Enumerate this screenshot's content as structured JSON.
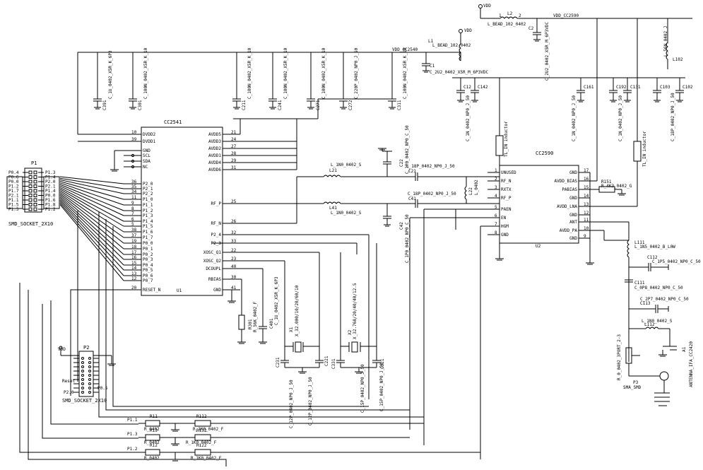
{
  "chips": {
    "u1": {
      "name": "CC2541",
      "ref": "U1",
      "left_pins": [
        {
          "num": "10",
          "name": "DVDD2"
        },
        {
          "num": "39",
          "name": "DVDD1"
        },
        {
          "num": "",
          "name": "GND"
        },
        {
          "num": "",
          "name": "SCL"
        },
        {
          "num": "",
          "name": "SDA"
        },
        {
          "num": "",
          "name": "NC"
        },
        {
          "num": "36",
          "name": "P2_0"
        },
        {
          "num": "35",
          "name": "P2_1"
        },
        {
          "num": "34",
          "name": "P2_2"
        },
        {
          "num": "11",
          "name": "P1_0"
        },
        {
          "num": "9",
          "name": "P1_1"
        },
        {
          "num": "8",
          "name": "P1_2"
        },
        {
          "num": "7",
          "name": "P1_3"
        },
        {
          "num": "6",
          "name": "P1_4"
        },
        {
          "num": "5",
          "name": "P1_5"
        },
        {
          "num": "38",
          "name": "P1_6"
        },
        {
          "num": "37",
          "name": "P1_7"
        },
        {
          "num": "19",
          "name": "P0_0"
        },
        {
          "num": "18",
          "name": "P0_1"
        },
        {
          "num": "17",
          "name": "P0_2"
        },
        {
          "num": "16",
          "name": "P0_3"
        },
        {
          "num": "15",
          "name": "P0_4"
        },
        {
          "num": "14",
          "name": "P0_5"
        },
        {
          "num": "13",
          "name": "P0_6"
        },
        {
          "num": "12",
          "name": "P0_7"
        },
        {
          "num": "20",
          "name": "RESET_N"
        }
      ],
      "right_pins": [
        {
          "num": "21",
          "name": "AVDD5"
        },
        {
          "num": "24",
          "name": "AVDD3"
        },
        {
          "num": "27",
          "name": "AVDD2"
        },
        {
          "num": "28",
          "name": "AVDD1"
        },
        {
          "num": "29",
          "name": "AVDD4"
        },
        {
          "num": "31",
          "name": "AVDD6"
        },
        {
          "num": "25",
          "name": "RF_P"
        },
        {
          "num": "26",
          "name": "RF_N"
        },
        {
          "num": "32",
          "name": "P2_4"
        },
        {
          "num": "33",
          "name": "P2_3"
        },
        {
          "num": "22",
          "name": "XOSC_Q1"
        },
        {
          "num": "23",
          "name": "XOSC_Q2"
        },
        {
          "num": "40",
          "name": "DCOUPL"
        },
        {
          "num": "30",
          "name": "RBIAS"
        },
        {
          "num": "41",
          "name": "GND"
        }
      ]
    },
    "u2": {
      "name": "CC2590",
      "ref": "U2",
      "left_pins": [
        {
          "num": "1",
          "name": "UNUSED"
        },
        {
          "num": "2",
          "name": "RF_N"
        },
        {
          "num": "3",
          "name": "RXTX"
        },
        {
          "num": "4",
          "name": "RF_P"
        },
        {
          "num": "5",
          "name": "PAEN"
        },
        {
          "num": "6",
          "name": "EN"
        },
        {
          "num": "7",
          "name": "HGM"
        },
        {
          "num": "8",
          "name": "GND"
        }
      ],
      "right_pins": [
        {
          "num": "17",
          "name": "GND"
        },
        {
          "num": "16",
          "name": "AVDD_BIAS"
        },
        {
          "num": "15",
          "name": "PABIAS"
        },
        {
          "num": "14",
          "name": "GND"
        },
        {
          "num": "13",
          "name": "AVDD_LNA"
        },
        {
          "num": "12",
          "name": "GND"
        },
        {
          "num": "11",
          "name": "ANT"
        },
        {
          "num": "10",
          "name": "AVDD_PA"
        },
        {
          "num": "9",
          "name": "GND"
        }
      ]
    }
  },
  "power": {
    "vdd": "VDD",
    "vdd_cc2590": "VDD_CC2590",
    "vdd_cc2540": "VDD_CC2540"
  },
  "connectors": {
    "p1": {
      "ref": "P1",
      "part": "SMD_SOCKET_2X10",
      "left_labels": [
        "P0.4",
        "P0.6",
        "P0.0",
        "P1.2",
        "P1.7",
        "P2.1",
        "P1.1",
        "P1.5",
        "P1.3"
      ],
      "right_labels": [
        "P1.3",
        "P1.4",
        "P2.0",
        "P2.1",
        "P1.4",
        "P0.0",
        "P1.6",
        "P1.8",
        "P1.2"
      ]
    },
    "p2": {
      "ref": "P2",
      "part": "SMD_SOCKET_2X10",
      "vdd": "VDD",
      "reset": "Reset",
      "p20": "P2.0",
      "p05": "P0.5"
    },
    "p3": {
      "ref": "P3",
      "part": "SMA_SMD"
    }
  },
  "components": {
    "l2": {
      "ref": "L2",
      "part": "L_BEAD_102_0402"
    },
    "l1": {
      "ref": "L1",
      "part": "L_BEAD_102_0402"
    },
    "c2": {
      "ref": "C2",
      "part": "C_2U2_0402_X5R_M_6P3VDC"
    },
    "c1": {
      "ref": "C1",
      "part": "C_2U2_0402_X5R_M_6P3VDC"
    },
    "l102": {
      "ref": "L102",
      "part": "L_56N_0402_J"
    },
    "c391": {
      "ref": "C391",
      "part": "C_1U_0402_X5R_K_6P3"
    },
    "c301": {
      "ref": "C301",
      "part": "C_100N_0402_X5R_K_10"
    },
    "c211": {
      "ref": "C211",
      "part": "C_100N_0402_X5R_K_10"
    },
    "c241": {
      "ref": "C241",
      "part": "C_100N_0402_X5R_K_10"
    },
    "c271": {
      "ref": "C271",
      "part": "C_100N_0402_X5R_K_10"
    },
    "c272": {
      "ref": "C272",
      "part": "C_220P_0402_NP0_J_50"
    },
    "c311": {
      "ref": "C311",
      "part": "C_100N_0402_X5R_K_10"
    },
    "c12": {
      "ref": "C12",
      "part": ""
    },
    "c142": {
      "ref": "C142",
      "part": "C_1N_0402_NP0_J_50"
    },
    "c161": {
      "ref": "C161",
      "part": "C_1N_0402_NP0_J_50"
    },
    "c192": {
      "ref": "C192",
      "part": ""
    },
    "c131": {
      "ref": "C131",
      "part": "C_1N_0402_NP0_J_50"
    },
    "c103": {
      "ref": "C103",
      "part": ""
    },
    "c102": {
      "ref": "C102",
      "part": "C_18P_0402_NP0_J_50"
    },
    "tl1": {
      "ref": "",
      "part": "TL_IN inductor"
    },
    "tl2": {
      "ref": "",
      "part": "TL_IN inductor"
    },
    "l21": {
      "ref": "L21",
      "part": "L_1N0_0402_S"
    },
    "l41": {
      "ref": "L41",
      "part": "L_1N0_0402_S"
    },
    "c21": {
      "ref": "C21",
      "part": "C_18P_0402_NP0_J_50"
    },
    "c41": {
      "ref": "C41",
      "part": "C_18P_0402_NP0_J_50"
    },
    "c22": {
      "ref": "C22",
      "part": "C_1P0_0402_NP0_C_50"
    },
    "c42": {
      "ref": "C42",
      "part": "C_1P0_0402_NP0_C_50"
    },
    "l22": {
      "ref": "L22",
      "part": "L_0402"
    },
    "r151": {
      "ref": "R151",
      "part": "R_4K3_0402_G"
    },
    "l111": {
      "ref": "L111",
      "part": "L_1N5_0402_B_L0W"
    },
    "c112": {
      "ref": "C112",
      "part": "C_1P5_0402_NP0_C_50"
    },
    "c111": {
      "ref": "C111",
      "part": "C_0P8_0402_NP0_C_50"
    },
    "c113": {
      "ref": "C113",
      "part": "C_2P7_0402_NP0_C_50"
    },
    "l112": {
      "ref": "L112",
      "part": "L_1N0_0402_S"
    },
    "a1": {
      "ref": "A1",
      "part": "ANTENNA_IFA_CC2420"
    },
    "r_0402_3port": {
      "ref": "",
      "part": "R_0_0402_3PORT_2-3"
    },
    "r301": {
      "ref": "R301",
      "part": "R_56K_0402_F"
    },
    "c401": {
      "ref": "C401",
      "part": "C_1U_0402_X5R_K_6P3"
    },
    "x1": {
      "ref": "X1",
      "part": "X_32.000/10/20/60/10"
    },
    "x2": {
      "ref": "X2",
      "part": "X_32.768/20/40/40/12.5"
    },
    "c221": {
      "ref": "C221",
      "part": "C_12P_0402_NP0_J_50"
    },
    "c231": {
      "ref": "C231",
      "part": "C_12P_0402_NP0_J_50"
    },
    "c321": {
      "ref": "C321",
      "part": "C_15P_0402_NP0_J_50"
    },
    "c331": {
      "ref": "C331",
      "part": "C_15P_0402_NP0_J_50"
    },
    "r11": {
      "ref": "R11",
      "part": "R_0402"
    },
    "r112": {
      "ref": "R112",
      "part": "R_1K0_0402_F"
    },
    "r13": {
      "ref": "R13",
      "part": "R_0402"
    },
    "r132": {
      "ref": "R132",
      "part": "R_1K0_0402_F"
    },
    "r12": {
      "ref": "R12",
      "part": "R_0402"
    },
    "r122": {
      "ref": "R122",
      "part": "R_1K0_0402_F"
    }
  },
  "nets": {
    "p11": "P1.1",
    "p13": "P1.3",
    "p12": "P1.2"
  }
}
